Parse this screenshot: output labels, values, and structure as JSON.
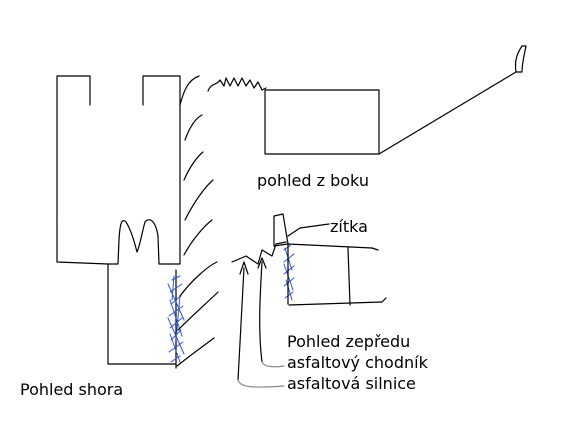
{
  "labels": {
    "side_view": "pohled z boku",
    "top_view": "Pohled shora",
    "front_view": "Pohled zepředu",
    "sidewalk": "asfaltový chodník",
    "road": "asfaltová silnice",
    "wall_cap": "zítka"
  },
  "colors": {
    "ink": "#000000",
    "hatch": "#3355cc",
    "leader": "#8a8a8a",
    "background": "#ffffff"
  }
}
